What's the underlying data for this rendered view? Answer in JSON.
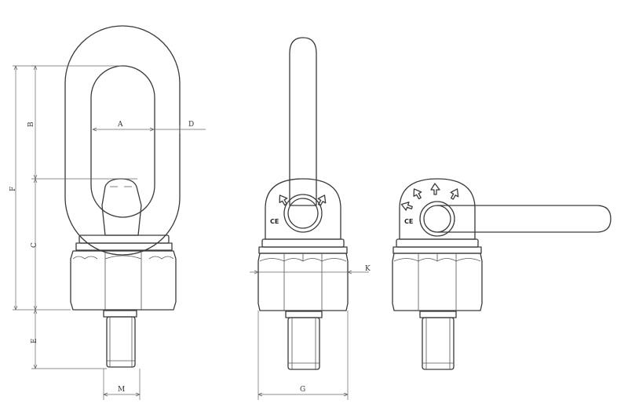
{
  "dimension_labels": {
    "A": "A",
    "B": "B",
    "C": "C",
    "D": "D",
    "E": "E",
    "F": "F",
    "G": "G",
    "K": "K",
    "M": "M"
  },
  "ce_mark": "CE"
}
